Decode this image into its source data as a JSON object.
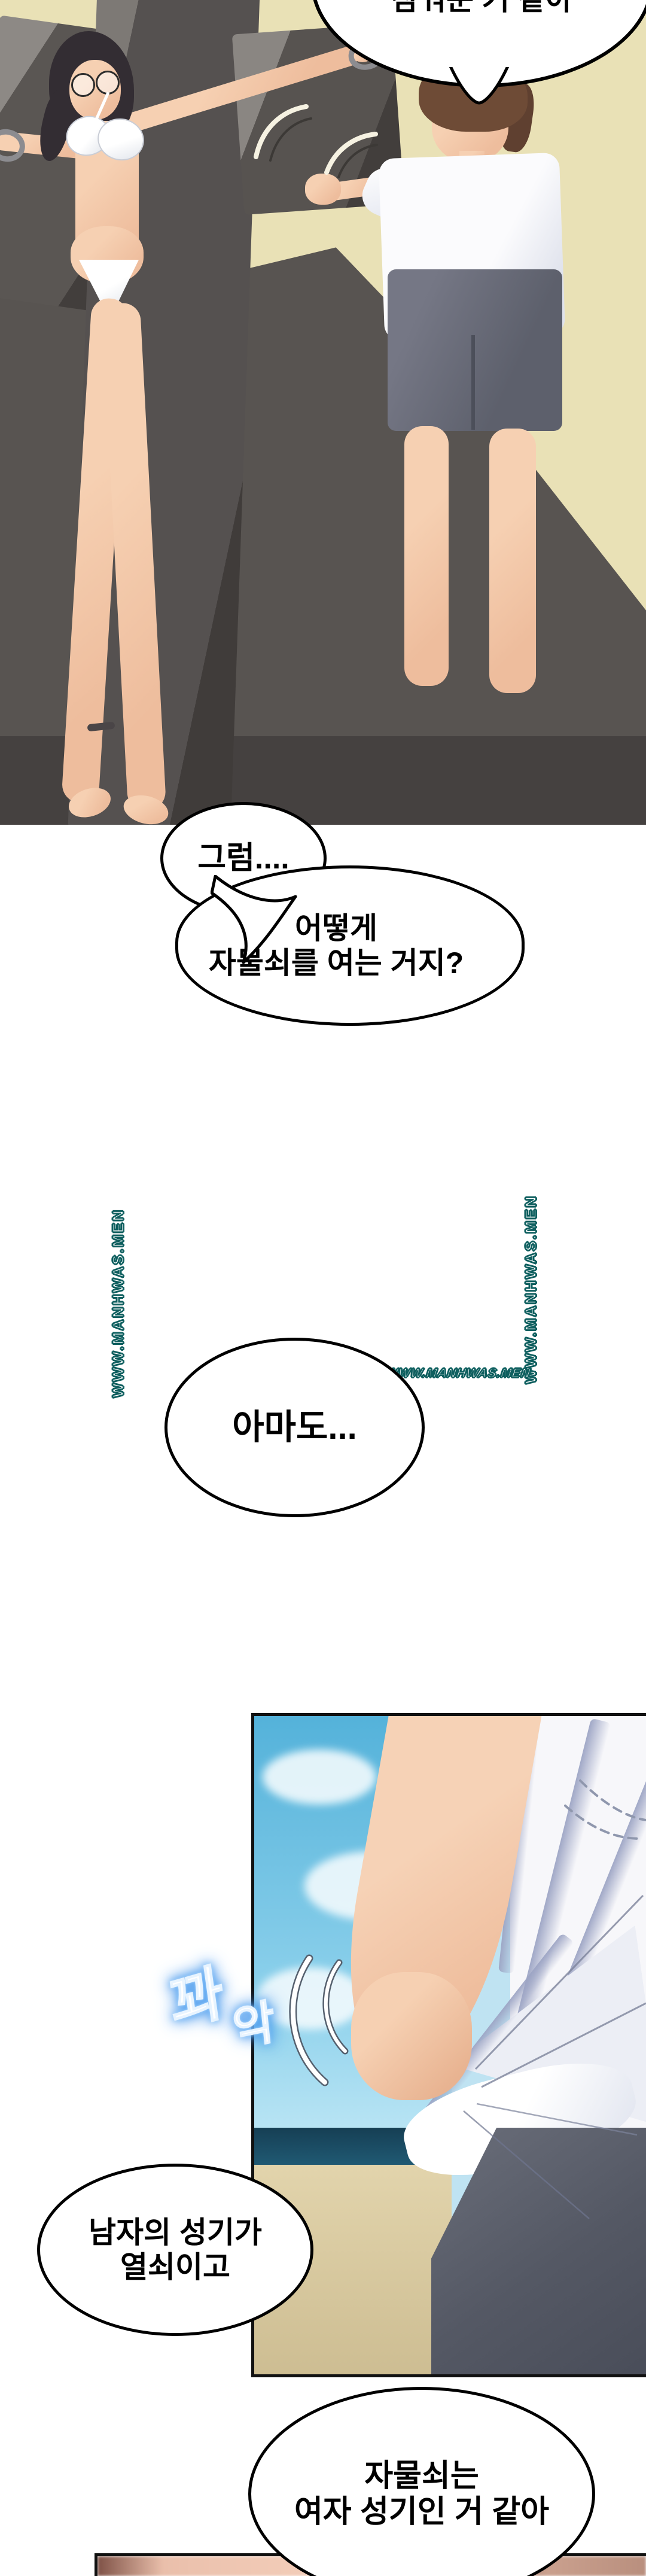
{
  "bubbles": {
    "top_partial": "잠궈둔 거 같아",
    "then": "그럼....",
    "how_line1": "어떻게",
    "how_line2": "자물쇠를 여는 거지?",
    "maybe": "아마도...",
    "key_line1": "남자의 성기가",
    "key_line2": "열쇠이고",
    "lock_line1": "자물쇠는",
    "lock_line2": "여자 성기인 거 같아"
  },
  "sfx": {
    "text": "꽈악",
    "char1": "꽈",
    "char2": "악",
    "fill_color": "#ffffff",
    "glow_color": "#3f92ea"
  },
  "watermarks": {
    "left_vertical": "WWW.MANHWAS.MEN",
    "right_vertical": "WWW.MANHWAS.MEN",
    "horizontal": "WWW.MANHWAS.MEN",
    "fill_color": "#ffffff",
    "outline_color": "#0e5f5f"
  },
  "colors": {
    "page_background": "#ffffff",
    "panel_border": "#111111",
    "beach_sand_top": "#e9e1b6",
    "cross_dark": "#555150",
    "cross_light_face": "#8a8682",
    "platform": "#585451",
    "skin": "#f2c6a6",
    "hair_woman": "#332d33",
    "hair_man": "#6e4b36",
    "white_cloth": "#f8f8fa",
    "sky": "#54b2da",
    "ocean": "#1d4e66",
    "sand_mid": "#ddcfa6",
    "shorts_gray": "#5b5f6b",
    "fabric_fold": "#9ca4c4"
  }
}
